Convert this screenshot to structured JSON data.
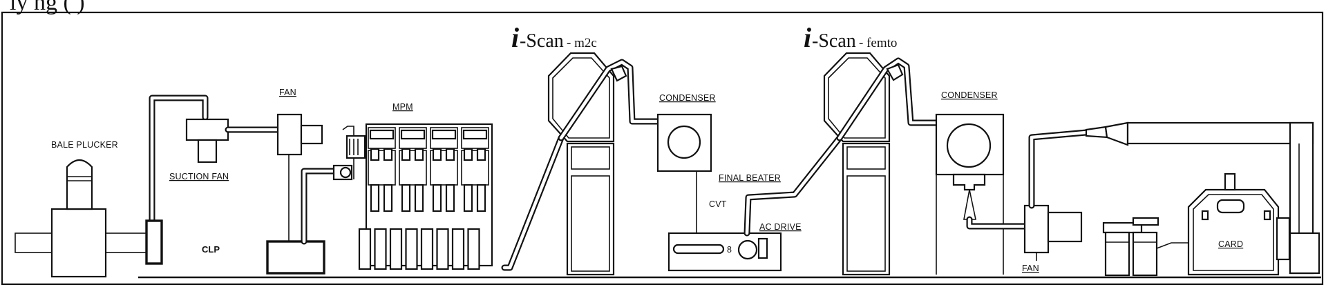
{
  "diagram": {
    "caption": "ly      ng      (        )",
    "labels": {
      "bale_plucker": "BALE PLUCKER",
      "suction_fan": "SUCTION FAN",
      "fan_1": "FAN",
      "clp": "CLP",
      "mpm": "MPM",
      "condenser_1": "CONDENSER",
      "final_beater": "FINAL BEATER",
      "cvt": "CVT",
      "ac_drive": "AC DRIVE",
      "condenser_2": "CONDENSER",
      "fan_2": "FAN",
      "card": "CARD"
    },
    "brands": {
      "scan_1": {
        "prefix": "i",
        "name": "-Scan",
        "suffix": " - m2c"
      },
      "scan_2": {
        "prefix": "i",
        "name": "-Scan",
        "suffix": " - femto"
      }
    }
  }
}
